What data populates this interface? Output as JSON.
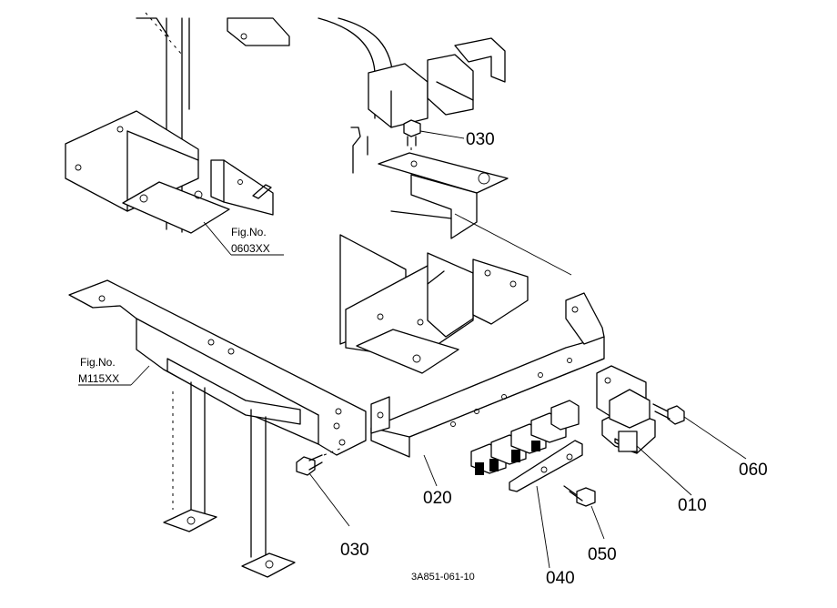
{
  "parts": {
    "p010": "010",
    "p020": "020",
    "p030_top": "030",
    "p030_bottom": "030",
    "p040": "040",
    "p050": "050",
    "p060": "060"
  },
  "refs": {
    "fig1_label": "Fig.No.",
    "fig1_number": "0603XX",
    "fig2_label": "Fig.No.",
    "fig2_number": "M115XX"
  },
  "diagram_code": "3A851-061-10"
}
